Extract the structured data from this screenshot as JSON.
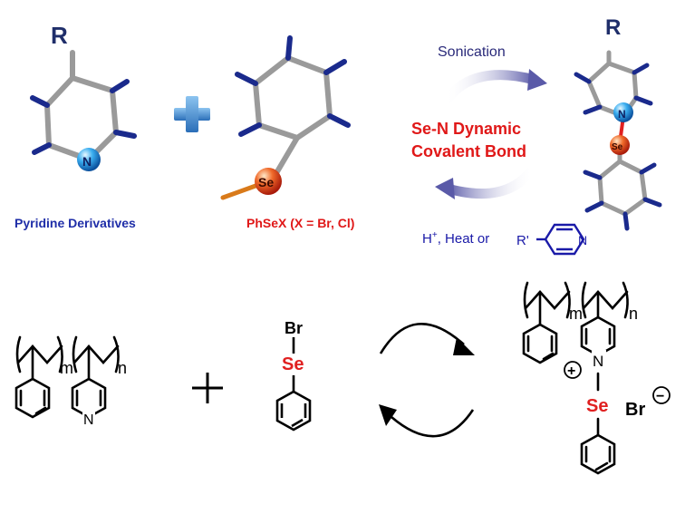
{
  "top_scheme": {
    "pyridine": {
      "substituent": "R",
      "nitrogen": "N",
      "caption": "Pyridine Derivatives"
    },
    "phsex": {
      "atom": "Se",
      "caption": "PhSeX (X = Br, Cl)"
    },
    "forward_condition": "Sonication",
    "bond_label_line1": "Se-N Dynamic",
    "bond_label_line2": "Covalent Bond",
    "reverse_condition": {
      "prefix": "H",
      "superscript": "+",
      "suffix": ", Heat or",
      "reagent_substituent": "R'",
      "reagent_atom": "N"
    },
    "product": {
      "substituent": "R",
      "n_atom": "N",
      "se_atom": "Se"
    }
  },
  "bottom_scheme": {
    "polymer": {
      "subscript_m": "m",
      "subscript_n": "n",
      "ring_atom": "N"
    },
    "reagent": {
      "halogen": "Br",
      "selenium": "Se"
    },
    "product": {
      "subscript_m": "m",
      "subscript_n": "n",
      "n_atom": "N",
      "selenium": "Se",
      "counterion": "Br",
      "plus_charge": "+",
      "minus_charge": "−"
    }
  },
  "colors": {
    "blue_label": "#1f2ea8",
    "red_label": "#e01818",
    "se_red": "#e02020",
    "bond_grey": "#9a9a9a",
    "h_blue": "#1a2a8c",
    "arrow_purple": "#5a5aa8",
    "plus_blue": "#4a90d0"
  }
}
